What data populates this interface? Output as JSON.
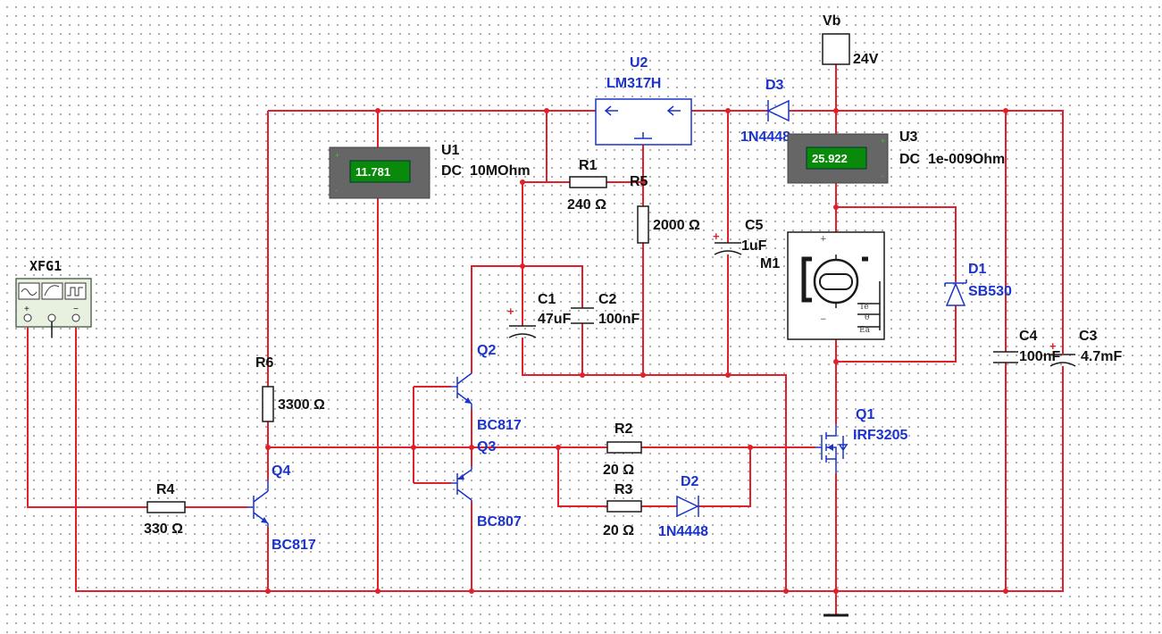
{
  "source": {
    "name": "Vb",
    "value": "24V"
  },
  "function_generator": {
    "name": "XFG1",
    "terminals": [
      "+",
      "−"
    ]
  },
  "meters": {
    "u1": {
      "name": "U1",
      "reading": "11.781",
      "mode": "DC  10MOhm"
    },
    "u3": {
      "name": "U3",
      "reading": "25.922",
      "mode": "DC  1e-009Ohm"
    }
  },
  "regulator": {
    "name": "U2",
    "part": "LM317H"
  },
  "diodes": {
    "d1": {
      "name": "D1",
      "part": "SB530"
    },
    "d2": {
      "name": "D2",
      "part": "1N4448"
    },
    "d3": {
      "name": "D3",
      "part": "1N4448"
    }
  },
  "transistors": {
    "q1": {
      "name": "Q1",
      "part": "IRF3205"
    },
    "q2": {
      "name": "Q2",
      "part": "BC817"
    },
    "q3": {
      "name": "Q3",
      "part": "BC807"
    },
    "q4": {
      "name": "Q4",
      "part": "BC817"
    }
  },
  "resistors": {
    "r1": {
      "name": "R1",
      "value": "240 Ω"
    },
    "r2": {
      "name": "R2",
      "value": "20 Ω"
    },
    "r3": {
      "name": "R3",
      "value": "20 Ω"
    },
    "r4": {
      "name": "R4",
      "value": "330 Ω"
    },
    "r5": {
      "name": "R5",
      "value": "2000 Ω"
    },
    "r6": {
      "name": "R6",
      "value": "3300 Ω"
    }
  },
  "capacitors": {
    "c1": {
      "name": "C1",
      "value": "47uF"
    },
    "c2": {
      "name": "C2",
      "value": "100nF"
    },
    "c3": {
      "name": "C3",
      "value": "4.7mF"
    },
    "c4": {
      "name": "C4",
      "value": "100nF"
    },
    "c5": {
      "name": "C5",
      "value": "1uF"
    }
  },
  "motor": {
    "name": "M1",
    "pins": [
      "Te",
      "θ",
      "Ea"
    ],
    "polarity": [
      "+",
      "−"
    ]
  },
  "colors": {
    "wire": "#e0202a",
    "label_blue": "#1a33cc",
    "meter_display": "#0a8a0a",
    "meter_body": "#666666"
  }
}
